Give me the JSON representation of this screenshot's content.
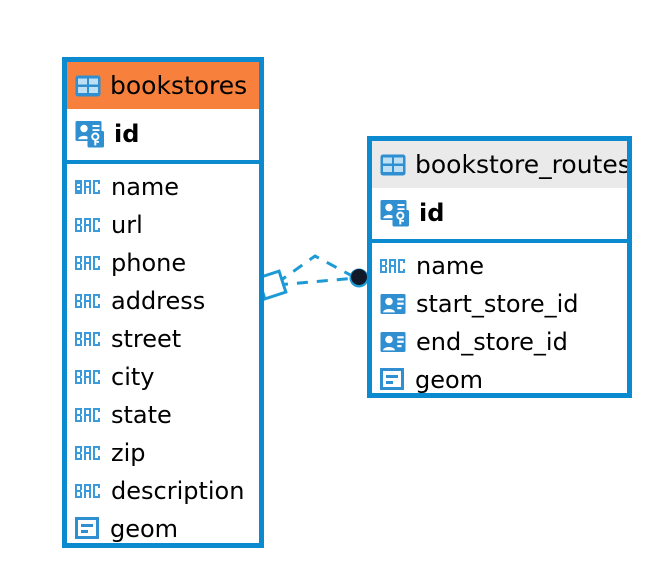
{
  "diagram": {
    "type": "entity-relationship-diagram",
    "background_color": "#ffffff",
    "accent_color": "#0c8ad0",
    "highlight_color": "#f7813c",
    "neutral_header_color": "#eaeaea"
  },
  "entities": [
    {
      "name": "bookstores",
      "header_style": "accent",
      "header_icon": "table-icon",
      "primary_keys": [
        {
          "label": "id",
          "icon": "primary-key-icon"
        }
      ],
      "fields": [
        {
          "label": "name",
          "icon": "abc-text-icon"
        },
        {
          "label": "url",
          "icon": "abc-text-icon"
        },
        {
          "label": "phone",
          "icon": "abc-text-icon"
        },
        {
          "label": "address",
          "icon": "abc-text-icon"
        },
        {
          "label": "street",
          "icon": "abc-text-icon"
        },
        {
          "label": "city",
          "icon": "abc-text-icon"
        },
        {
          "label": "state",
          "icon": "abc-text-icon"
        },
        {
          "label": "zip",
          "icon": "abc-text-icon"
        },
        {
          "label": "description",
          "icon": "abc-text-icon"
        },
        {
          "label": "geom",
          "icon": "geometry-icon"
        }
      ]
    },
    {
      "name": "bookstore_routes",
      "header_style": "neutral",
      "header_icon": "table-icon",
      "primary_keys": [
        {
          "label": "id",
          "icon": "primary-key-icon"
        }
      ],
      "fields": [
        {
          "label": "name",
          "icon": "abc-text-icon"
        },
        {
          "label": "start_store_id",
          "icon": "foreign-key-icon"
        },
        {
          "label": "end_store_id",
          "icon": "foreign-key-icon"
        },
        {
          "label": "geom",
          "icon": "geometry-icon"
        }
      ]
    }
  ],
  "relationship": {
    "source_entity": "bookstores",
    "target_entity": "bookstore_routes",
    "line_style": "dashed",
    "line_color": "#1b9ad6",
    "source_marker": "diamond-outline-marker",
    "target_marker": "filled-circle-marker",
    "target_marker_color": "#111827"
  }
}
